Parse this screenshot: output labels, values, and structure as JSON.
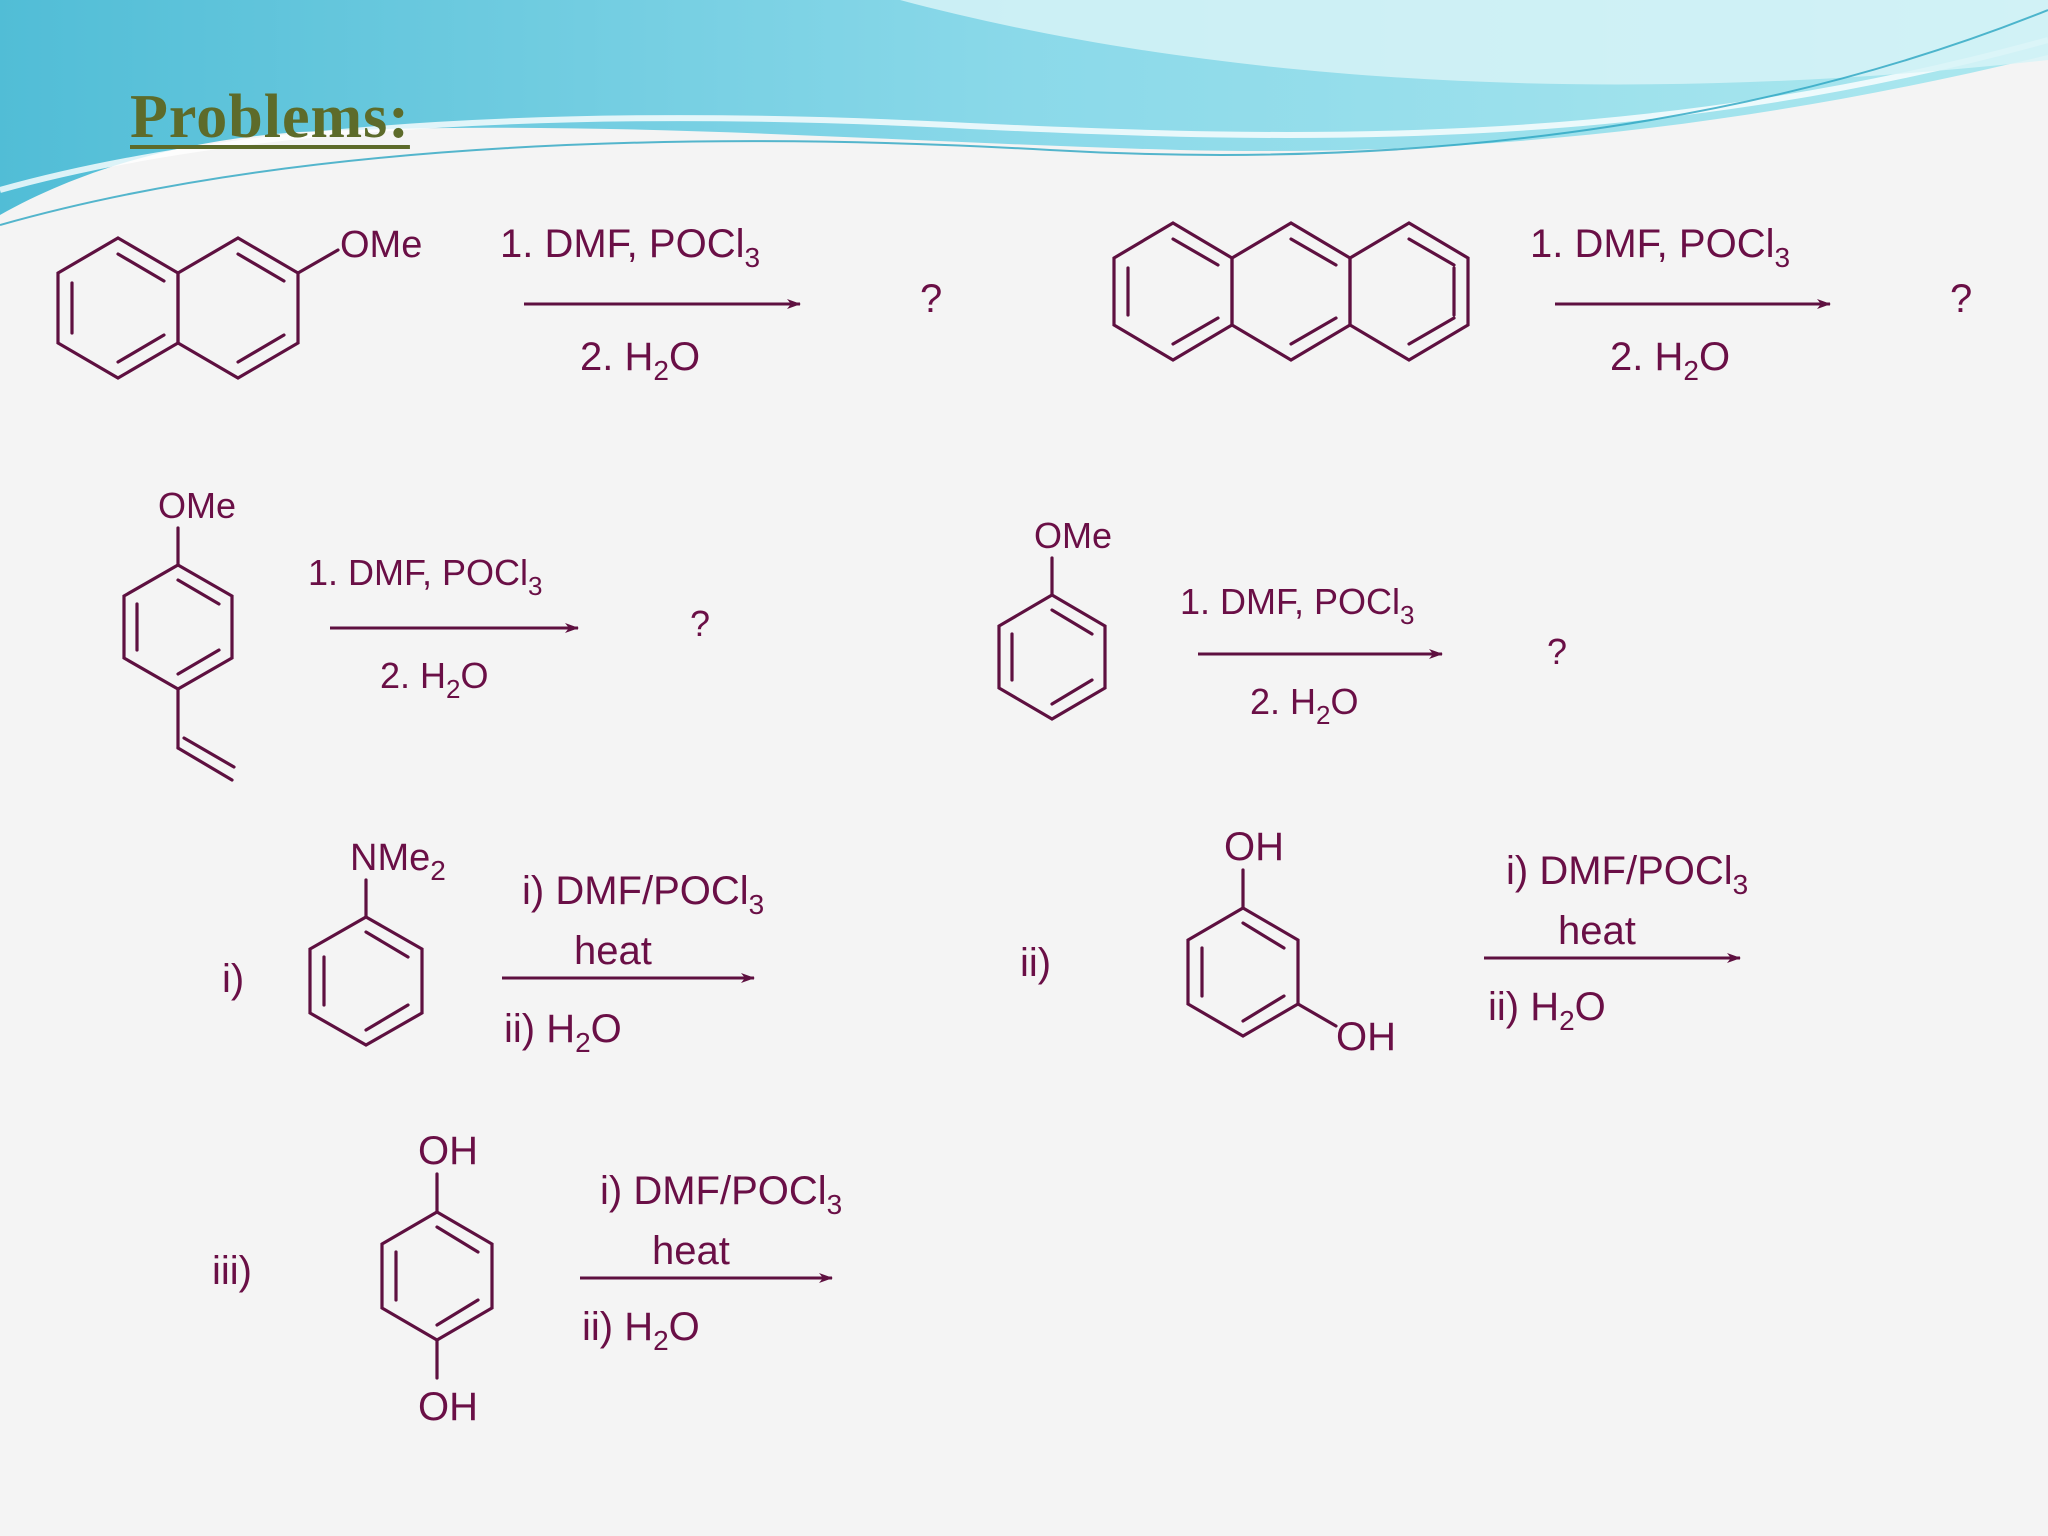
{
  "slide": {
    "title": "Problems:"
  },
  "colors": {
    "title": "#5d6b2a",
    "chem": "#6a0f46",
    "header_wave": "#5fc9dc",
    "background": "#f4f4f4"
  },
  "reactions": {
    "r1": {
      "substituent": "OMe",
      "step1": "1. DMF, POCl",
      "step1_sub": "3",
      "step2": "2. H",
      "step2_sub": "2",
      "step2_tail": "O",
      "product": "?"
    },
    "r2": {
      "step1": "1. DMF, POCl",
      "step1_sub": "3",
      "step2": "2. H",
      "step2_sub": "2",
      "step2_tail": "O",
      "product": "?"
    },
    "r3": {
      "substituent": "OMe",
      "step1": "1. DMF, POCl",
      "step1_sub": "3",
      "step2": "2. H",
      "step2_sub": "2",
      "step2_tail": "O",
      "product": "?"
    },
    "r4": {
      "substituent": "OMe",
      "step1": "1. DMF, POCl",
      "step1_sub": "3",
      "step2": "2. H",
      "step2_sub": "2",
      "step2_tail": "O",
      "product": "?"
    },
    "r5": {
      "label": "i)",
      "substituent": "NMe",
      "substituent_sub": "2",
      "step1": "i) DMF/POCl",
      "step1_sub": "3",
      "step1b": "heat",
      "step2": "ii) H",
      "step2_sub": "2",
      "step2_tail": "O"
    },
    "r6": {
      "label": "ii)",
      "substituent_top": "OH",
      "substituent_meta": "OH",
      "step1": "i) DMF/POCl",
      "step1_sub": "3",
      "step1b": "heat",
      "step2": "ii) H",
      "step2_sub": "2",
      "step2_tail": "O"
    },
    "r7": {
      "label": "iii)",
      "substituent_top": "OH",
      "substituent_bottom": "OH",
      "step1": "i) DMF/POCl",
      "step1_sub": "3",
      "step1b": "heat",
      "step2": "ii) H",
      "step2_sub": "2",
      "step2_tail": "O"
    }
  }
}
